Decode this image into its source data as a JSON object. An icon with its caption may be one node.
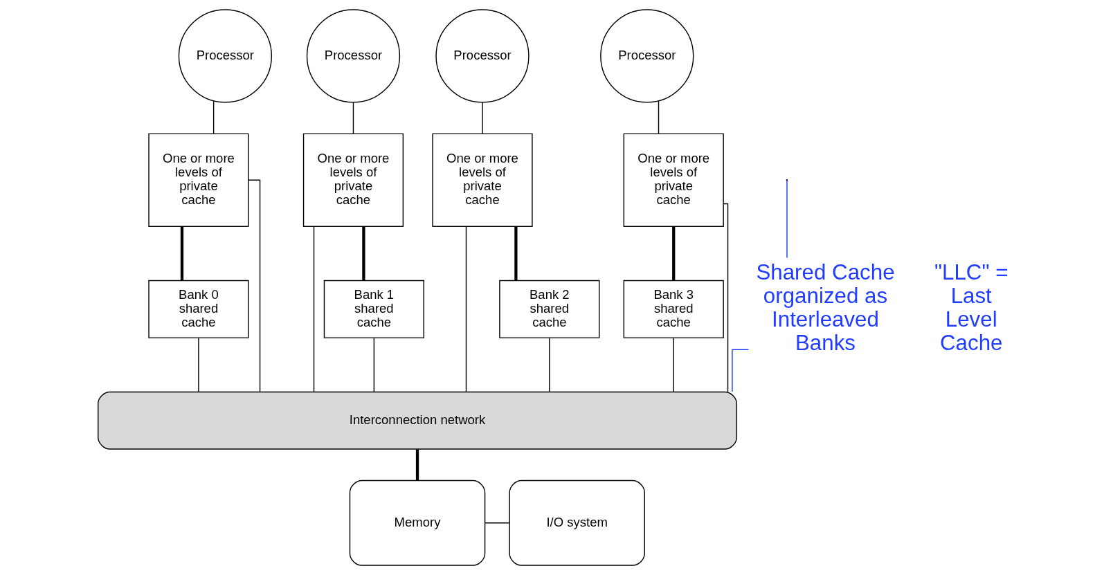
{
  "diagram": {
    "nodes": [
      {
        "text": [
          "Processor"
        ]
      },
      {
        "text": [
          "Processor"
        ]
      },
      {
        "text": [
          "Processor"
        ]
      },
      {
        "text": [
          "Processor"
        ]
      },
      {
        "text": [
          "One or more levels of private cache"
        ]
      },
      {
        "text": [
          "One or more levels of private cache"
        ]
      },
      {
        "text": [
          "One or more levels of private cache"
        ]
      },
      {
        "text": [
          "One or more levels of private cache"
        ]
      },
      {
        "text": [
          "Bank 0 shared cache"
        ]
      },
      {
        "text": [
          "Bank 1 shared cache"
        ]
      },
      {
        "text": [
          "Bank 2 shared cache"
        ]
      },
      {
        "text": [
          "Bank 3 shared cache"
        ]
      },
      {
        "text": [
          "Interconnection network"
        ]
      },
      {
        "text": [
          "Memory"
        ]
      },
      {
        "text": [
          "I/O system"
        ]
      },
      {
        "text": [
          "Shared Cache organized as Interleaved Banks"
        ]
      }
    ],
    "edges": [
      {
        "from": 0,
        "to": 4,
        "arrow": "none"
      },
      {
        "from": 1,
        "to": 5,
        "arrow": "none"
      },
      {
        "from": 2,
        "to": 6,
        "arrow": "none"
      },
      {
        "from": 3,
        "to": 7,
        "arrow": "none"
      },
      {
        "from": 4,
        "to": 8,
        "arrow": "none",
        "style": "thick"
      },
      {
        "from": 5,
        "to": 9,
        "arrow": "none",
        "style": "thick"
      },
      {
        "from": 6,
        "to": 10,
        "arrow": "none",
        "style": "thick"
      },
      {
        "from": 7,
        "to": 11,
        "arrow": "none",
        "style": "thick"
      },
      {
        "from": 4,
        "to": 12,
        "arrow": "none"
      },
      {
        "from": 5,
        "to": 12,
        "arrow": "none"
      },
      {
        "from": 6,
        "to": 12,
        "arrow": "none"
      },
      {
        "from": 7,
        "to": 12,
        "arrow": "none"
      },
      {
        "from": 8,
        "to": 12,
        "arrow": "none"
      },
      {
        "from": 9,
        "to": 12,
        "arrow": "none"
      },
      {
        "from": 10,
        "to": 12,
        "arrow": "none"
      },
      {
        "from": 11,
        "to": 12,
        "arrow": "none"
      },
      {
        "from": 12,
        "to": 13,
        "arrow": "none",
        "style": "thick"
      },
      {
        "from": 13,
        "to": 14,
        "arrow": "none"
      },
      {
        "from": 15,
        "to": null,
        "arrow": "none",
        "color": "#1f3cff"
      },
      {
        "from": 15,
        "to": 12,
        "arrow": "none",
        "color": "#1f3cff"
      }
    ],
    "labels": [
      "\"LLC\" = Last Level Cache"
    ]
  }
}
